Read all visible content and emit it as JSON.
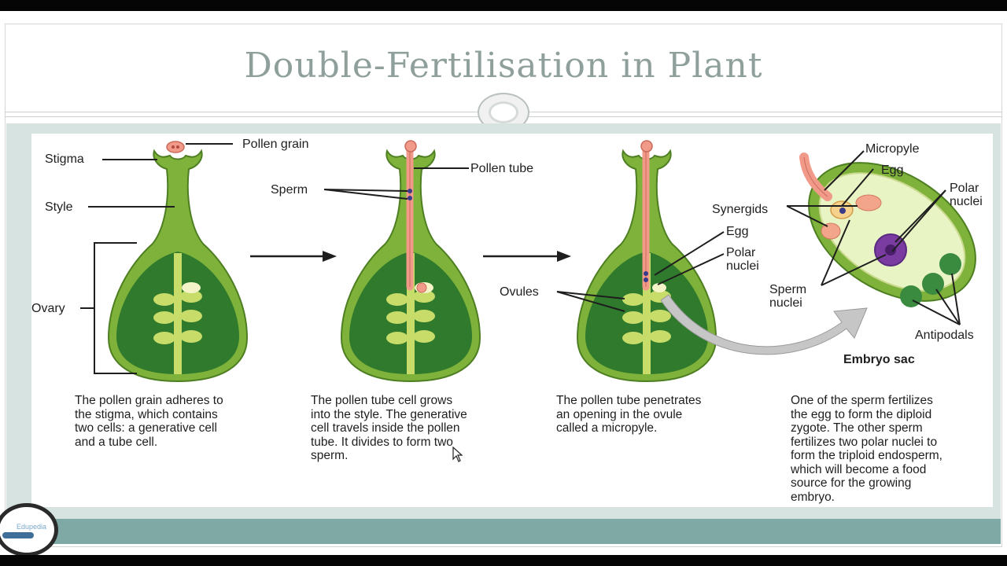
{
  "slide": {
    "title": "Double-Fertilisation in Plant"
  },
  "labels": {
    "pollen_grain": "Pollen grain",
    "stigma": "Stigma",
    "style": "Style",
    "ovary": "Ovary",
    "sperm": "Sperm",
    "pollen_tube": "Pollen tube",
    "egg_stage3": "Egg",
    "polar_nuclei_stage3": [
      "Polar",
      "nuclei"
    ],
    "ovules": "Ovules",
    "micropyle": "Micropyle",
    "egg_sac": "Egg",
    "synergids": "Synergids",
    "polar_nuclei_sac": [
      "Polar",
      "nuclei"
    ],
    "sperm_nuclei": [
      "Sperm",
      "nuclei"
    ],
    "antipodals": "Antipodals",
    "embryo_sac": "Embryo sac"
  },
  "captions": [
    [
      "The pollen grain adheres to",
      "the stigma, which contains",
      "two cells: a generative cell",
      "and a tube cell."
    ],
    [
      "The pollen tube cell grows",
      "into the style. The generative",
      "cell travels inside the pollen",
      "tube. It divides to form two",
      "sperm."
    ],
    [
      "The pollen tube penetrates",
      "an opening in the ovule",
      "called a micropyle."
    ],
    [
      "One of the sperm fertilizes",
      "the egg to form the diploid",
      "zygote. The other sperm",
      "fertilizes two polar nuclei to",
      "form the triploid endosperm,",
      "which will become a food",
      "source for the growing",
      "embryo."
    ]
  ],
  "logo_text": "Edupedia",
  "colors": {
    "title": "#8fa09c",
    "pistil_light": "#7fb23a",
    "pistil_dark": "#2f7a2c",
    "ovule": "#c8dc6a",
    "pollen_tube": "#f29a8a",
    "embryo_sac_fill": "#e9f4c4",
    "polar_nuclei": "#7a3ca0",
    "footer_band": "#7ea9a5"
  }
}
